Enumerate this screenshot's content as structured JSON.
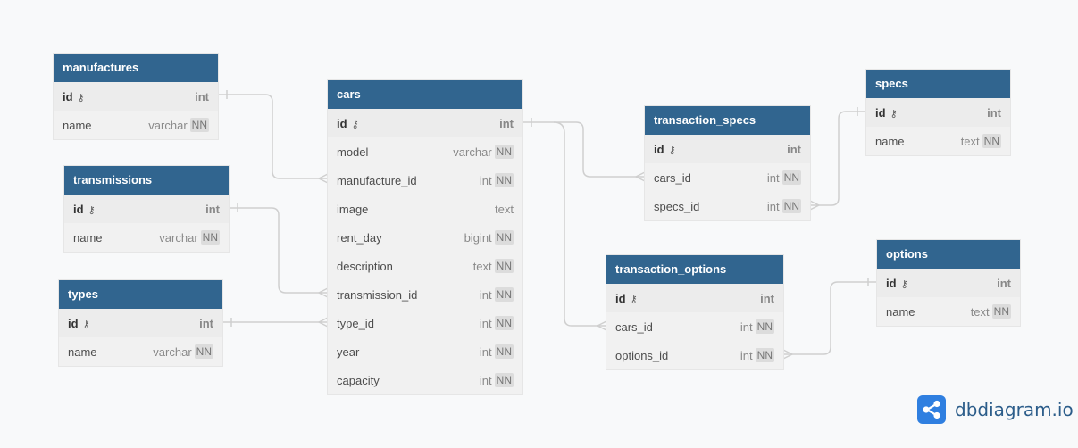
{
  "colors": {
    "header": "#31658f",
    "body": "#f1f1f1",
    "link": "#cfcfcf",
    "logo": "#2f7fe0"
  },
  "tables": {
    "manufactures": {
      "name": "manufactures",
      "fields": [
        {
          "name": "id",
          "type": "int",
          "pk": true
        },
        {
          "name": "name",
          "type": "varchar",
          "nn": "NN"
        }
      ]
    },
    "transmissions": {
      "name": "transmissions",
      "fields": [
        {
          "name": "id",
          "type": "int",
          "pk": true
        },
        {
          "name": "name",
          "type": "varchar",
          "nn": "NN"
        }
      ]
    },
    "types": {
      "name": "types",
      "fields": [
        {
          "name": "id",
          "type": "int",
          "pk": true
        },
        {
          "name": "name",
          "type": "varchar",
          "nn": "NN"
        }
      ]
    },
    "cars": {
      "name": "cars",
      "fields": [
        {
          "name": "id",
          "type": "int",
          "pk": true
        },
        {
          "name": "model",
          "type": "varchar",
          "nn": "NN"
        },
        {
          "name": "manufacture_id",
          "type": "int",
          "nn": "NN"
        },
        {
          "name": "image",
          "type": "text"
        },
        {
          "name": "rent_day",
          "type": "bigint",
          "nn": "NN"
        },
        {
          "name": "description",
          "type": "text",
          "nn": "NN"
        },
        {
          "name": "transmission_id",
          "type": "int",
          "nn": "NN"
        },
        {
          "name": "type_id",
          "type": "int",
          "nn": "NN"
        },
        {
          "name": "year",
          "type": "int",
          "nn": "NN"
        },
        {
          "name": "capacity",
          "type": "int",
          "nn": "NN"
        }
      ]
    },
    "transaction_specs": {
      "name": "transaction_specs",
      "fields": [
        {
          "name": "id",
          "type": "int",
          "pk": true
        },
        {
          "name": "cars_id",
          "type": "int",
          "nn": "NN"
        },
        {
          "name": "specs_id",
          "type": "int",
          "nn": "NN"
        }
      ]
    },
    "specs": {
      "name": "specs",
      "fields": [
        {
          "name": "id",
          "type": "int",
          "pk": true
        },
        {
          "name": "name",
          "type": "text",
          "nn": "NN"
        }
      ]
    },
    "transaction_options": {
      "name": "transaction_options",
      "fields": [
        {
          "name": "id",
          "type": "int",
          "pk": true
        },
        {
          "name": "cars_id",
          "type": "int",
          "nn": "NN"
        },
        {
          "name": "options_id",
          "type": "int",
          "nn": "NN"
        }
      ]
    },
    "options": {
      "name": "options",
      "fields": [
        {
          "name": "id",
          "type": "int",
          "pk": true
        },
        {
          "name": "name",
          "type": "text",
          "nn": "NN"
        }
      ]
    }
  },
  "relations": [
    {
      "from": "manufactures.id",
      "to": "cars.manufacture_id",
      "cardinality": "one-to-many"
    },
    {
      "from": "transmissions.id",
      "to": "cars.transmission_id",
      "cardinality": "one-to-many"
    },
    {
      "from": "types.id",
      "to": "cars.type_id",
      "cardinality": "one-to-many"
    },
    {
      "from": "cars.id",
      "to": "transaction_specs.cars_id",
      "cardinality": "one-to-many"
    },
    {
      "from": "cars.id",
      "to": "transaction_options.cars_id",
      "cardinality": "one-to-many"
    },
    {
      "from": "specs.id",
      "to": "transaction_specs.specs_id",
      "cardinality": "one-to-many"
    },
    {
      "from": "options.id",
      "to": "transaction_options.options_id",
      "cardinality": "one-to-many"
    }
  ],
  "logo": {
    "text": "dbdiagram.io",
    "icon": "share-nodes-icon"
  }
}
